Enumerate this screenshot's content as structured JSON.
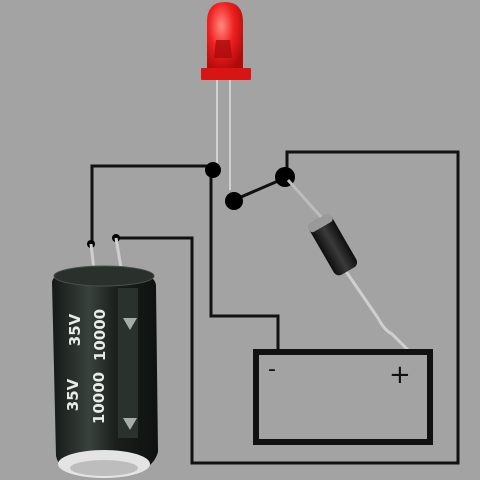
{
  "capacitor": {
    "voltage_top": "35V",
    "capacitance_top": "10000",
    "voltage_bottom": "35V",
    "capacitance_bottom": "10000"
  },
  "battery": {
    "minus_label": "-",
    "plus_label": "+"
  },
  "colors": {
    "background": "#a3a3a3",
    "wire": "#111111",
    "led": "#e01818",
    "capacitor_body": "#1e2420",
    "diode_body": "#222222"
  }
}
